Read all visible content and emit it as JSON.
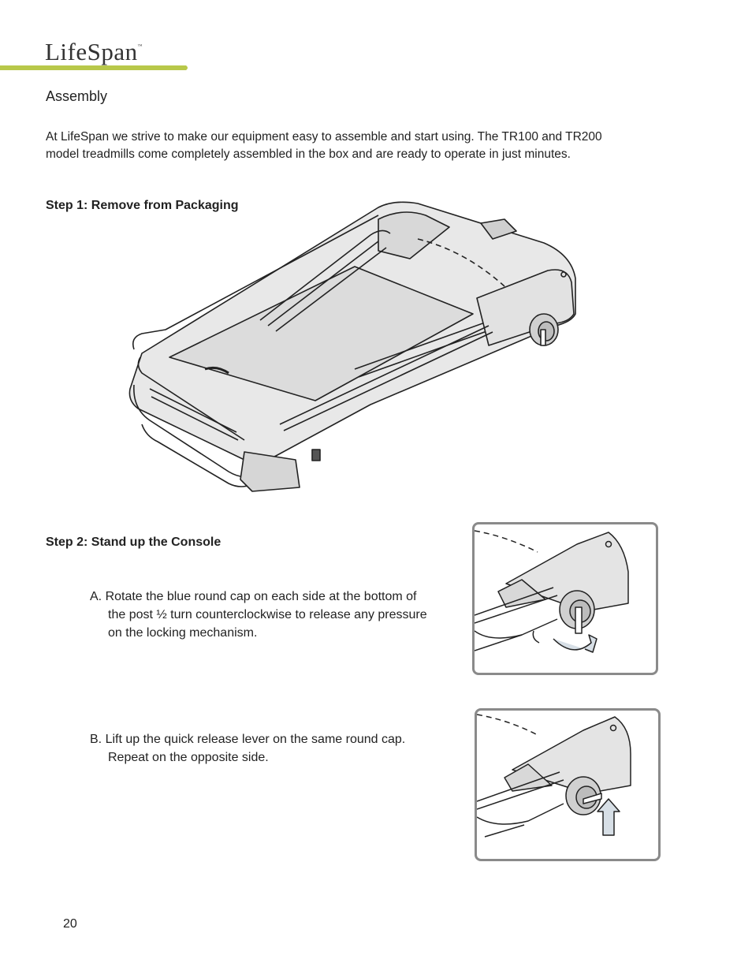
{
  "header": {
    "brand": "LifeSpan",
    "trademark": "™",
    "accent_color": "#b8c84a"
  },
  "section_title": "Assembly",
  "intro": {
    "line1": "At LifeSpan we strive to make our equipment easy to assemble and start using.  The TR100 and TR200",
    "line2": "model treadmills come completely assembled in the box and are ready to operate in just minutes."
  },
  "step1": {
    "title": "Step 1: Remove from Packaging",
    "illustration": "folded-treadmill-illustration"
  },
  "step2": {
    "title": "Step  2: Stand up the Console",
    "a": {
      "line1": "A.  Rotate the blue round cap on each side at the bottom of",
      "line2": "the post ½ turn counterclockwise to release any pressure",
      "line3": "on the locking mechanism."
    },
    "b": {
      "line1": "B.  Lift up the quick release lever on the same round cap.",
      "line2": "Repeat on the opposite side."
    }
  },
  "footer": {
    "page_number": "20"
  }
}
